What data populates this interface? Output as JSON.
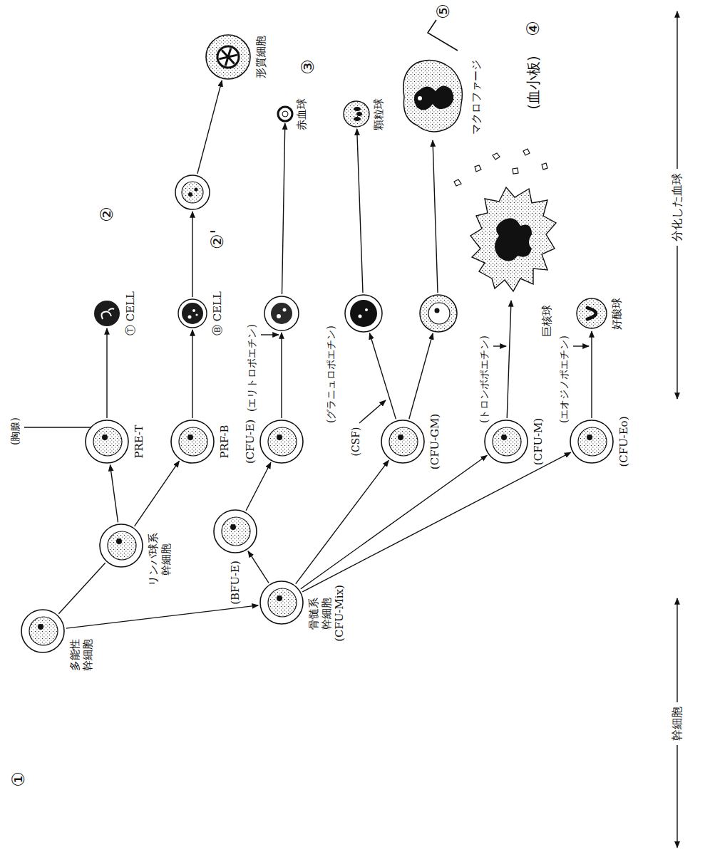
{
  "diagram": {
    "nodes": [
      {
        "text": [
          "多能性幹細胞"
        ]
      },
      {
        "text": [
          "リンパ球系幹細胞"
        ]
      },
      {
        "text": [
          "骨髄系幹細胞",
          "(CFU-Mix)"
        ]
      },
      {
        "text": [
          "PRE-T"
        ]
      },
      {
        "text": [
          "PRF-B"
        ]
      },
      {
        "text": [
          "(BFU-E)"
        ]
      },
      {
        "text": [
          "(CFU-E)"
        ]
      },
      {
        "text": [
          "(CFU-GM)"
        ]
      },
      {
        "text": [
          "(CFU-M)"
        ]
      },
      {
        "text": [
          "(CFU-Eo)"
        ]
      },
      {
        "text": [
          "Ⓣ CELL"
        ]
      },
      {
        "text": [
          "Ⓑ CELL"
        ]
      },
      {
        "text": []
      },
      {
        "text": [
          "形質細胞"
        ]
      },
      {
        "text": []
      },
      {
        "text": [
          "赤血球"
        ]
      },
      {
        "text": []
      },
      {
        "text": [
          "顆粒球"
        ]
      },
      {
        "text": []
      },
      {
        "text": [
          "マクロファージ"
        ]
      },
      {
        "text": [
          "巨核球"
        ]
      },
      {
        "text": [
          "好酸球"
        ]
      }
    ],
    "edges": [
      {
        "from": 0,
        "to": 1,
        "arrow": "none"
      },
      {
        "from": 0,
        "to": 2,
        "arrow": "to"
      },
      {
        "from": 1,
        "to": 3,
        "arrow": "to"
      },
      {
        "from": 1,
        "to": 4,
        "arrow": "to"
      },
      {
        "from": 2,
        "to": 5,
        "arrow": "to"
      },
      {
        "from": 5,
        "to": 6,
        "arrow": "to"
      },
      {
        "from": 2,
        "to": 7,
        "arrow": "to"
      },
      {
        "from": 2,
        "to": 8,
        "arrow": "to"
      },
      {
        "from": 2,
        "to": 9,
        "arrow": "to"
      },
      {
        "from": 3,
        "to": 10,
        "arrow": "to",
        "label": "(胸腺)"
      },
      {
        "from": 4,
        "to": 11,
        "arrow": "to"
      },
      {
        "from": 11,
        "to": 12,
        "arrow": "to"
      },
      {
        "from": 12,
        "to": 13,
        "arrow": "to"
      },
      {
        "from": 6,
        "to": 14,
        "arrow": "to",
        "label": "(エリトロポエチン)"
      },
      {
        "from": 14,
        "to": 15,
        "arrow": "to"
      },
      {
        "from": 7,
        "to": 16,
        "arrow": "to",
        "label": "(グラニュロポエチン)"
      },
      {
        "from": 7,
        "to": 18,
        "arrow": "to"
      },
      {
        "from": 16,
        "to": 17,
        "arrow": "to"
      },
      {
        "from": 18,
        "to": 19,
        "arrow": "to"
      },
      {
        "from": 8,
        "to": 20,
        "arrow": "to",
        "label": "(トロンボポエチン)"
      },
      {
        "from": 9,
        "to": 21,
        "arrow": "to",
        "label": "(エオジノポエチン)"
      }
    ],
    "labels": [
      "①",
      "②",
      "②'",
      "③",
      "(CSF)",
      "(血小板)",
      "④",
      "⑤",
      "幹細胞",
      "分化した血球"
    ]
  }
}
